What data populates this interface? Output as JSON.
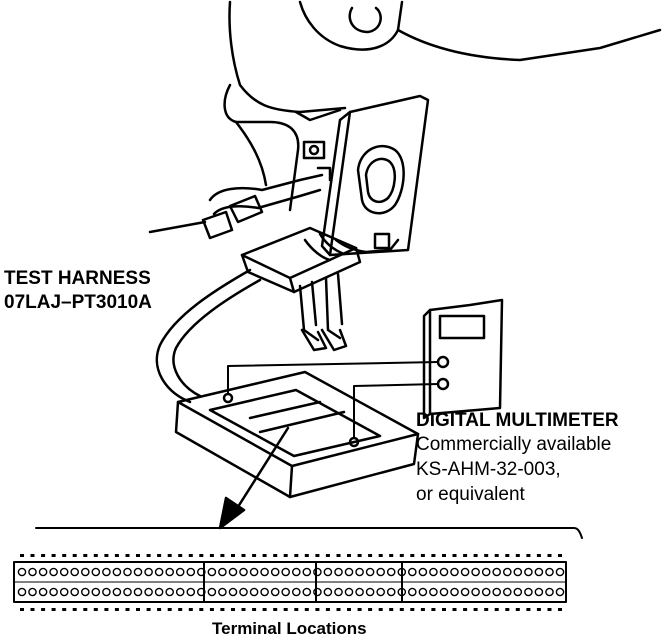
{
  "diagram": {
    "test_harness": {
      "title": "TEST HARNESS",
      "part_number": "07LAJ–PT3010A"
    },
    "digital_multimeter": {
      "title": "DIGITAL MULTIMETER",
      "line1": "Commercially available",
      "line2": "KS-AHM-32-003,",
      "line3": "or equivalent"
    },
    "caption": "Terminal Locations"
  },
  "colors": {
    "ink": "#000000",
    "paper": "#ffffff"
  }
}
